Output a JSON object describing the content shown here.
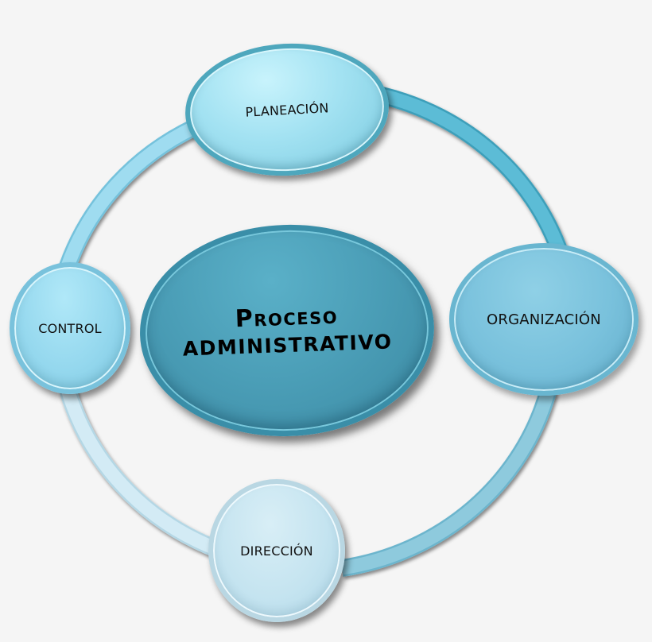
{
  "diagram": {
    "type": "cycle",
    "center": {
      "line1": "Proceso",
      "line2": "ADMINISTRATIVO"
    },
    "nodes": [
      {
        "id": "planeacion",
        "label": "PLANEACIÓN"
      },
      {
        "id": "organizacion",
        "label": "ORGANIZACIÓN"
      },
      {
        "id": "direccion",
        "label": "DIRECCIÓN"
      },
      {
        "id": "control",
        "label": "CONTROL"
      }
    ],
    "colors": {
      "background": "#f5f5f5",
      "ring_top_right": "#5bbcd6",
      "ring_bottom_right": "#8ecadd",
      "ring_bottom_left": "#d3ebf5",
      "ring_top_left": "#9fdcf0",
      "center_fill": "#4a9db6",
      "planeacion_fill": "#a3e2f2",
      "organizacion_fill": "#79c1dc",
      "direccion_fill": "#c5e4f0",
      "control_fill": "#95d8ee",
      "text": "#111111"
    }
  }
}
